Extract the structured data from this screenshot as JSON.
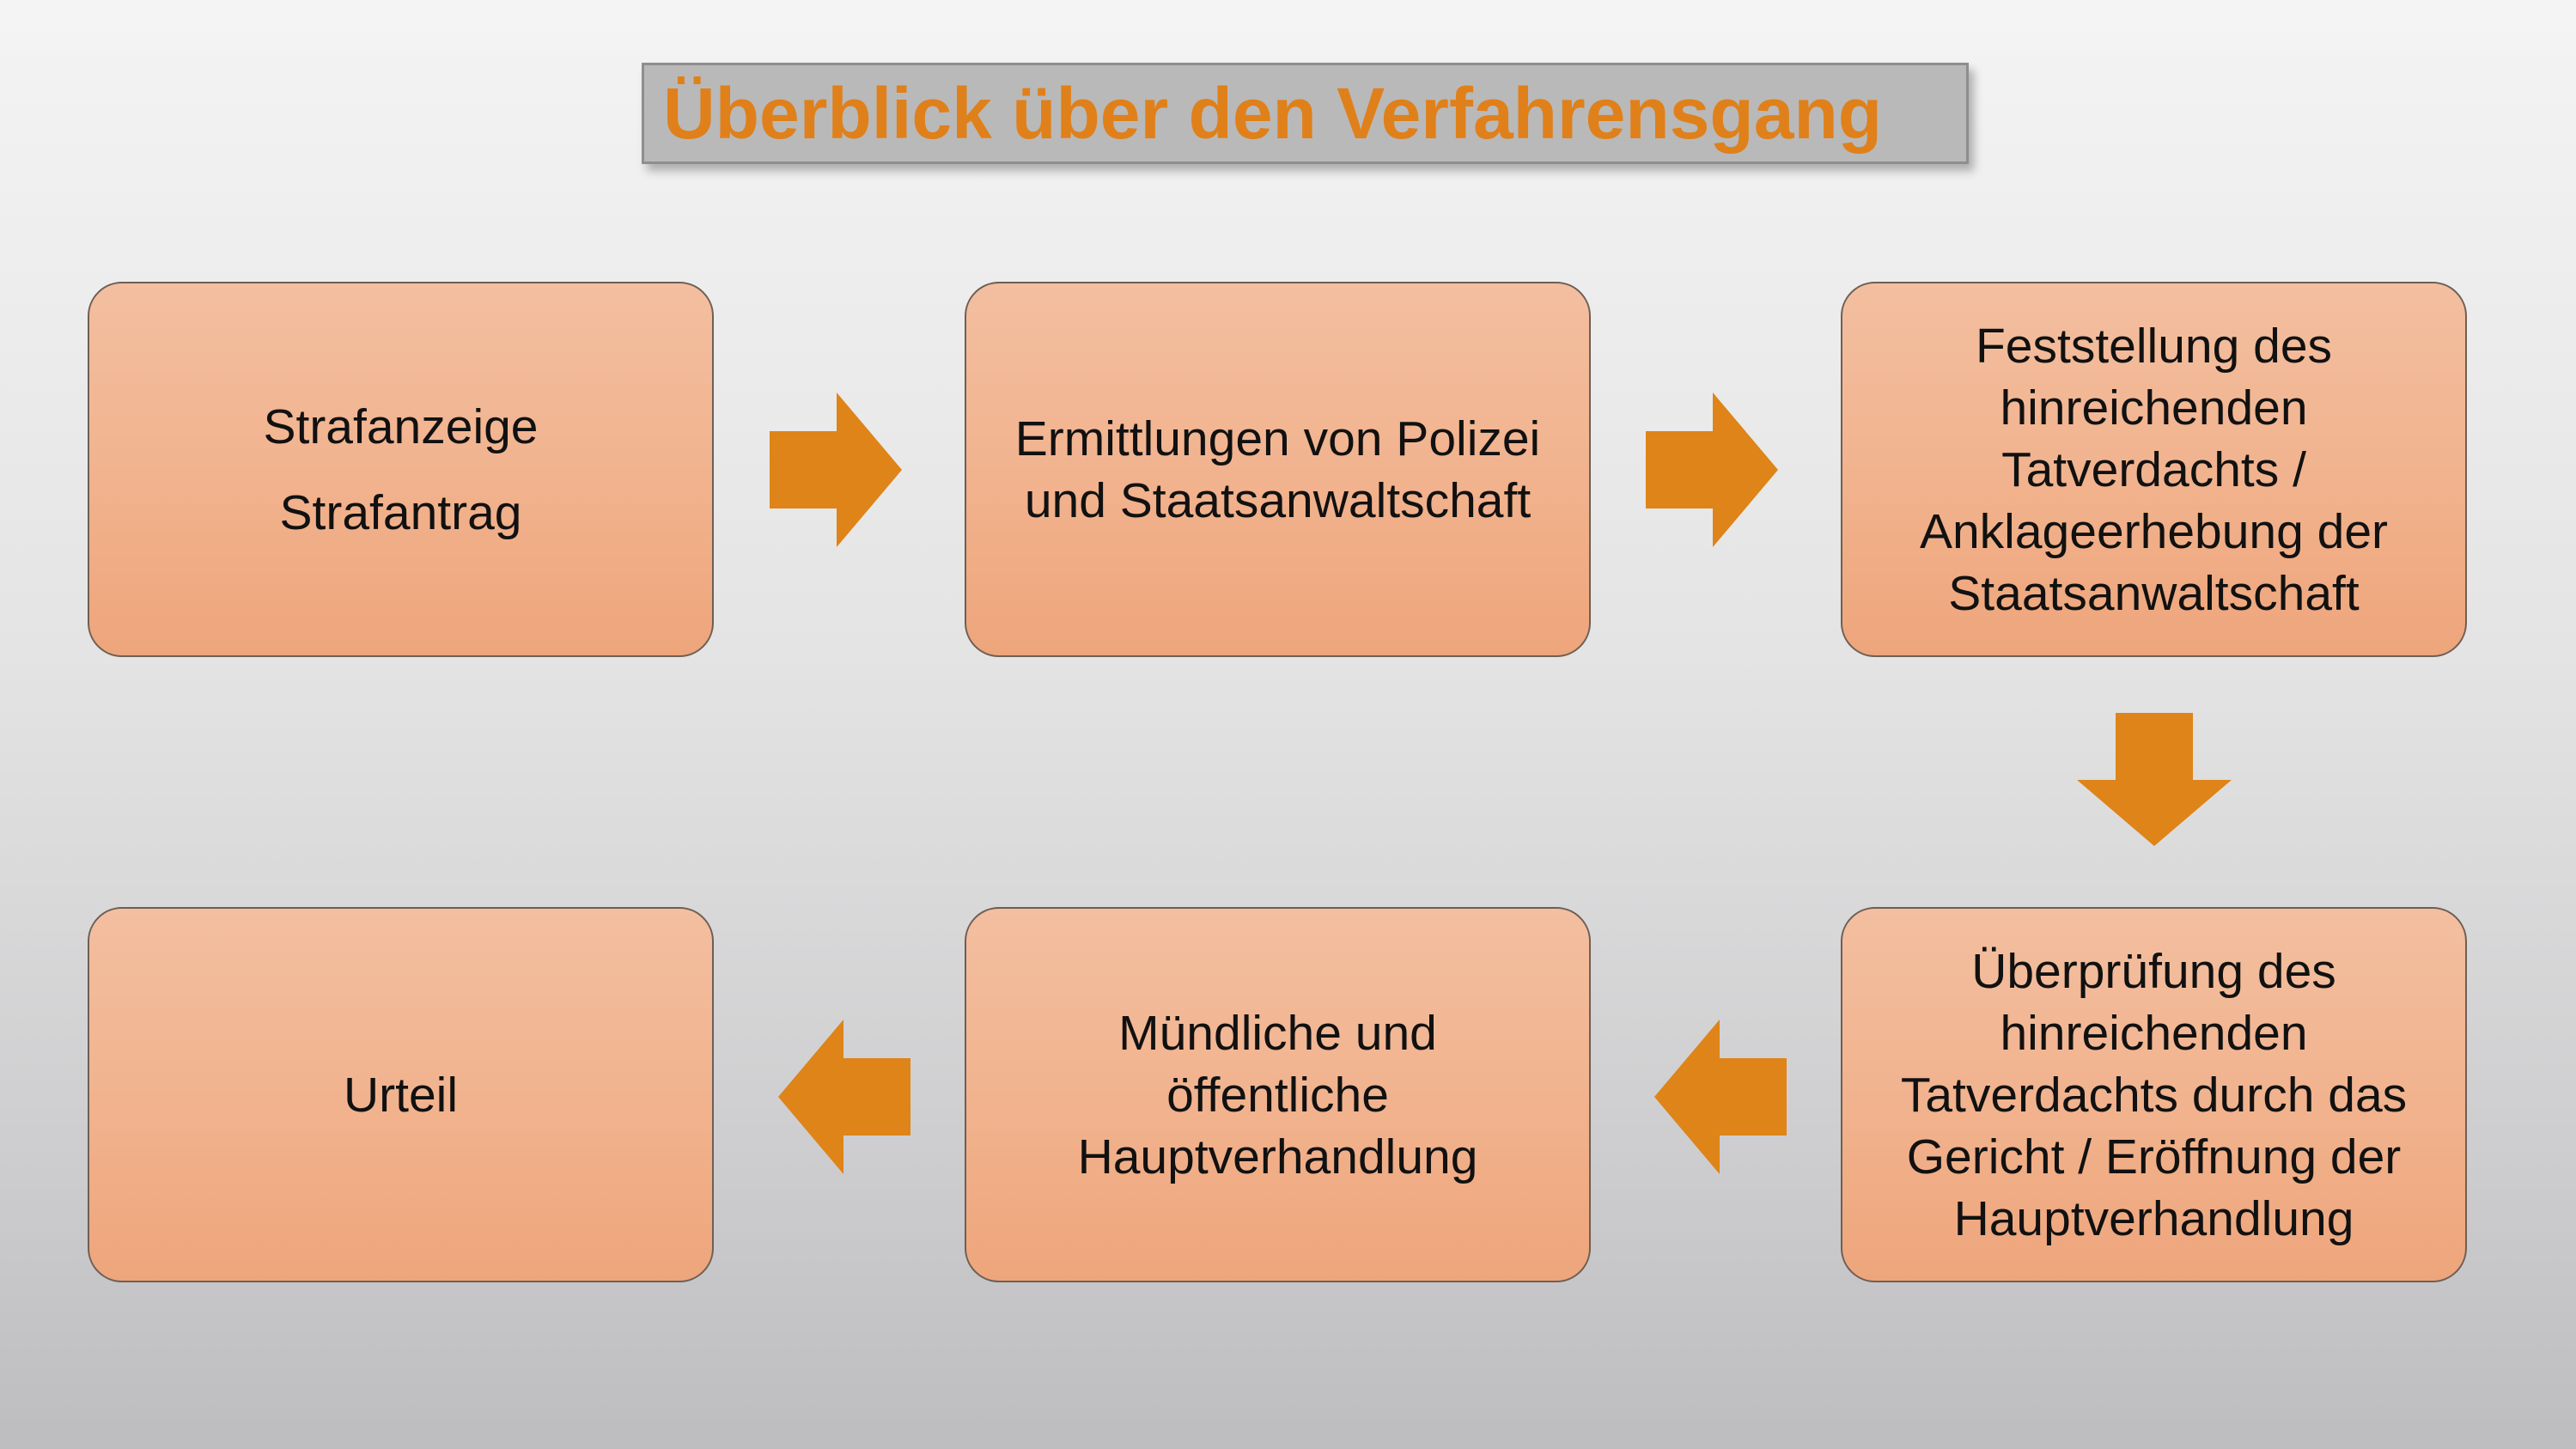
{
  "title": "Überblick über den Verfahrensgang",
  "colors": {
    "accent": "#e0801a",
    "arrow": "#de8418",
    "box_fill_top": "#f3bfa0",
    "box_fill_bottom": "#eea57b",
    "title_bg": "#b9b9b9"
  },
  "steps": [
    {
      "lines": [
        "Strafanzeige",
        "Strafantrag"
      ]
    },
    {
      "lines": [
        "Ermittlungen von Polizei",
        "und Staatsanwaltschaft"
      ]
    },
    {
      "lines": [
        "Feststellung des",
        "hinreichenden",
        "Tatverdachts /",
        "Anklageerhebung der",
        "Staatsanwaltschaft"
      ]
    },
    {
      "lines": [
        "Überprüfung des",
        "hinreichenden",
        "Tatverdachts durch das",
        "Gericht / Eröffnung der",
        "Hauptverhandlung"
      ]
    },
    {
      "lines": [
        "Mündliche und",
        "öffentliche",
        "Hauptverhandlung"
      ]
    },
    {
      "lines": [
        "Urteil"
      ]
    }
  ],
  "arrows": [
    {
      "from": 1,
      "to": 2,
      "direction": "right"
    },
    {
      "from": 2,
      "to": 3,
      "direction": "right"
    },
    {
      "from": 3,
      "to": 4,
      "direction": "down"
    },
    {
      "from": 4,
      "to": 5,
      "direction": "left"
    },
    {
      "from": 5,
      "to": 6,
      "direction": "left"
    }
  ]
}
